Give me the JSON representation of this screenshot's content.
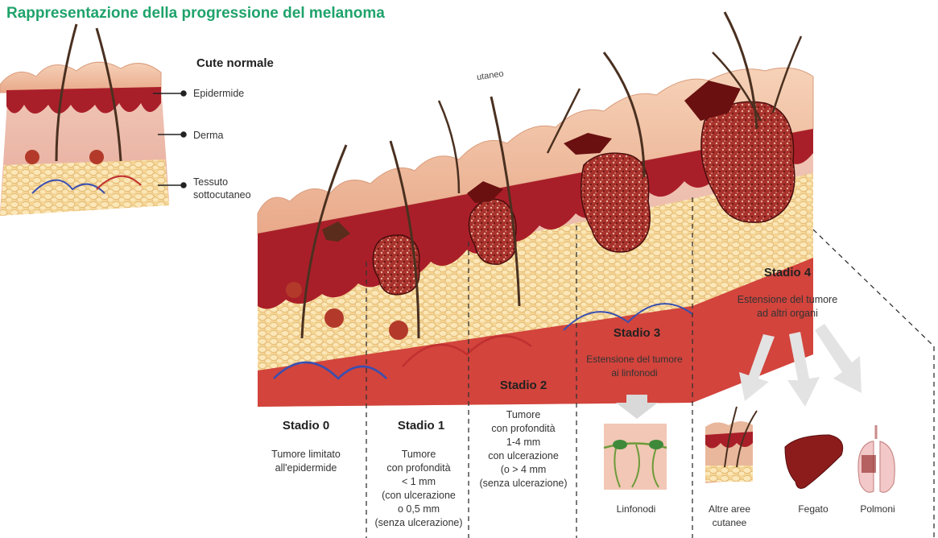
{
  "title": "Rappresentazione della progressione del melanoma",
  "normal_skin": {
    "heading": "Cute normale",
    "layers": [
      {
        "lines": [
          "Epidermide"
        ]
      },
      {
        "lines": [
          "Derma"
        ]
      },
      {
        "lines": [
          "Tessuto",
          "sottocutaneo"
        ]
      }
    ],
    "partial_label": "utaneo"
  },
  "stages": [
    {
      "title": "Stadio 0",
      "lines": [
        "Tumore limitato",
        "all'epidermide"
      ]
    },
    {
      "title": "Stadio 1",
      "lines": [
        "Tumore",
        "con profondità",
        "< 1 mm",
        "(con ulcerazione",
        "o 0,5 mm",
        "(senza ulcerazione)"
      ]
    },
    {
      "title": "Stadio 2",
      "lines": [
        "Tumore",
        "con profondità",
        "1-4 mm",
        "con ulcerazione",
        "(o > 4 mm",
        "(senza ulcerazione)"
      ]
    },
    {
      "title": "Stadio 3",
      "lines": [
        "Estensione del tumore",
        "ai linfonodi"
      ]
    },
    {
      "title": "Stadio 4",
      "lines": [
        "Estensione del tumore",
        "ad altri organi"
      ]
    }
  ],
  "organs": [
    {
      "lines": [
        "Linfonodi"
      ]
    },
    {
      "lines": [
        "Altre aree",
        "cutanee"
      ]
    },
    {
      "lines": [
        "Fegato"
      ]
    },
    {
      "lines": [
        "Polmoni"
      ]
    }
  ],
  "colors": {
    "title": "#1fa36b",
    "epidermis": "#f2c4a3",
    "dermis": "#b3212a",
    "fat": "#f5d9a0",
    "tumor": "#8b1d1d"
  }
}
